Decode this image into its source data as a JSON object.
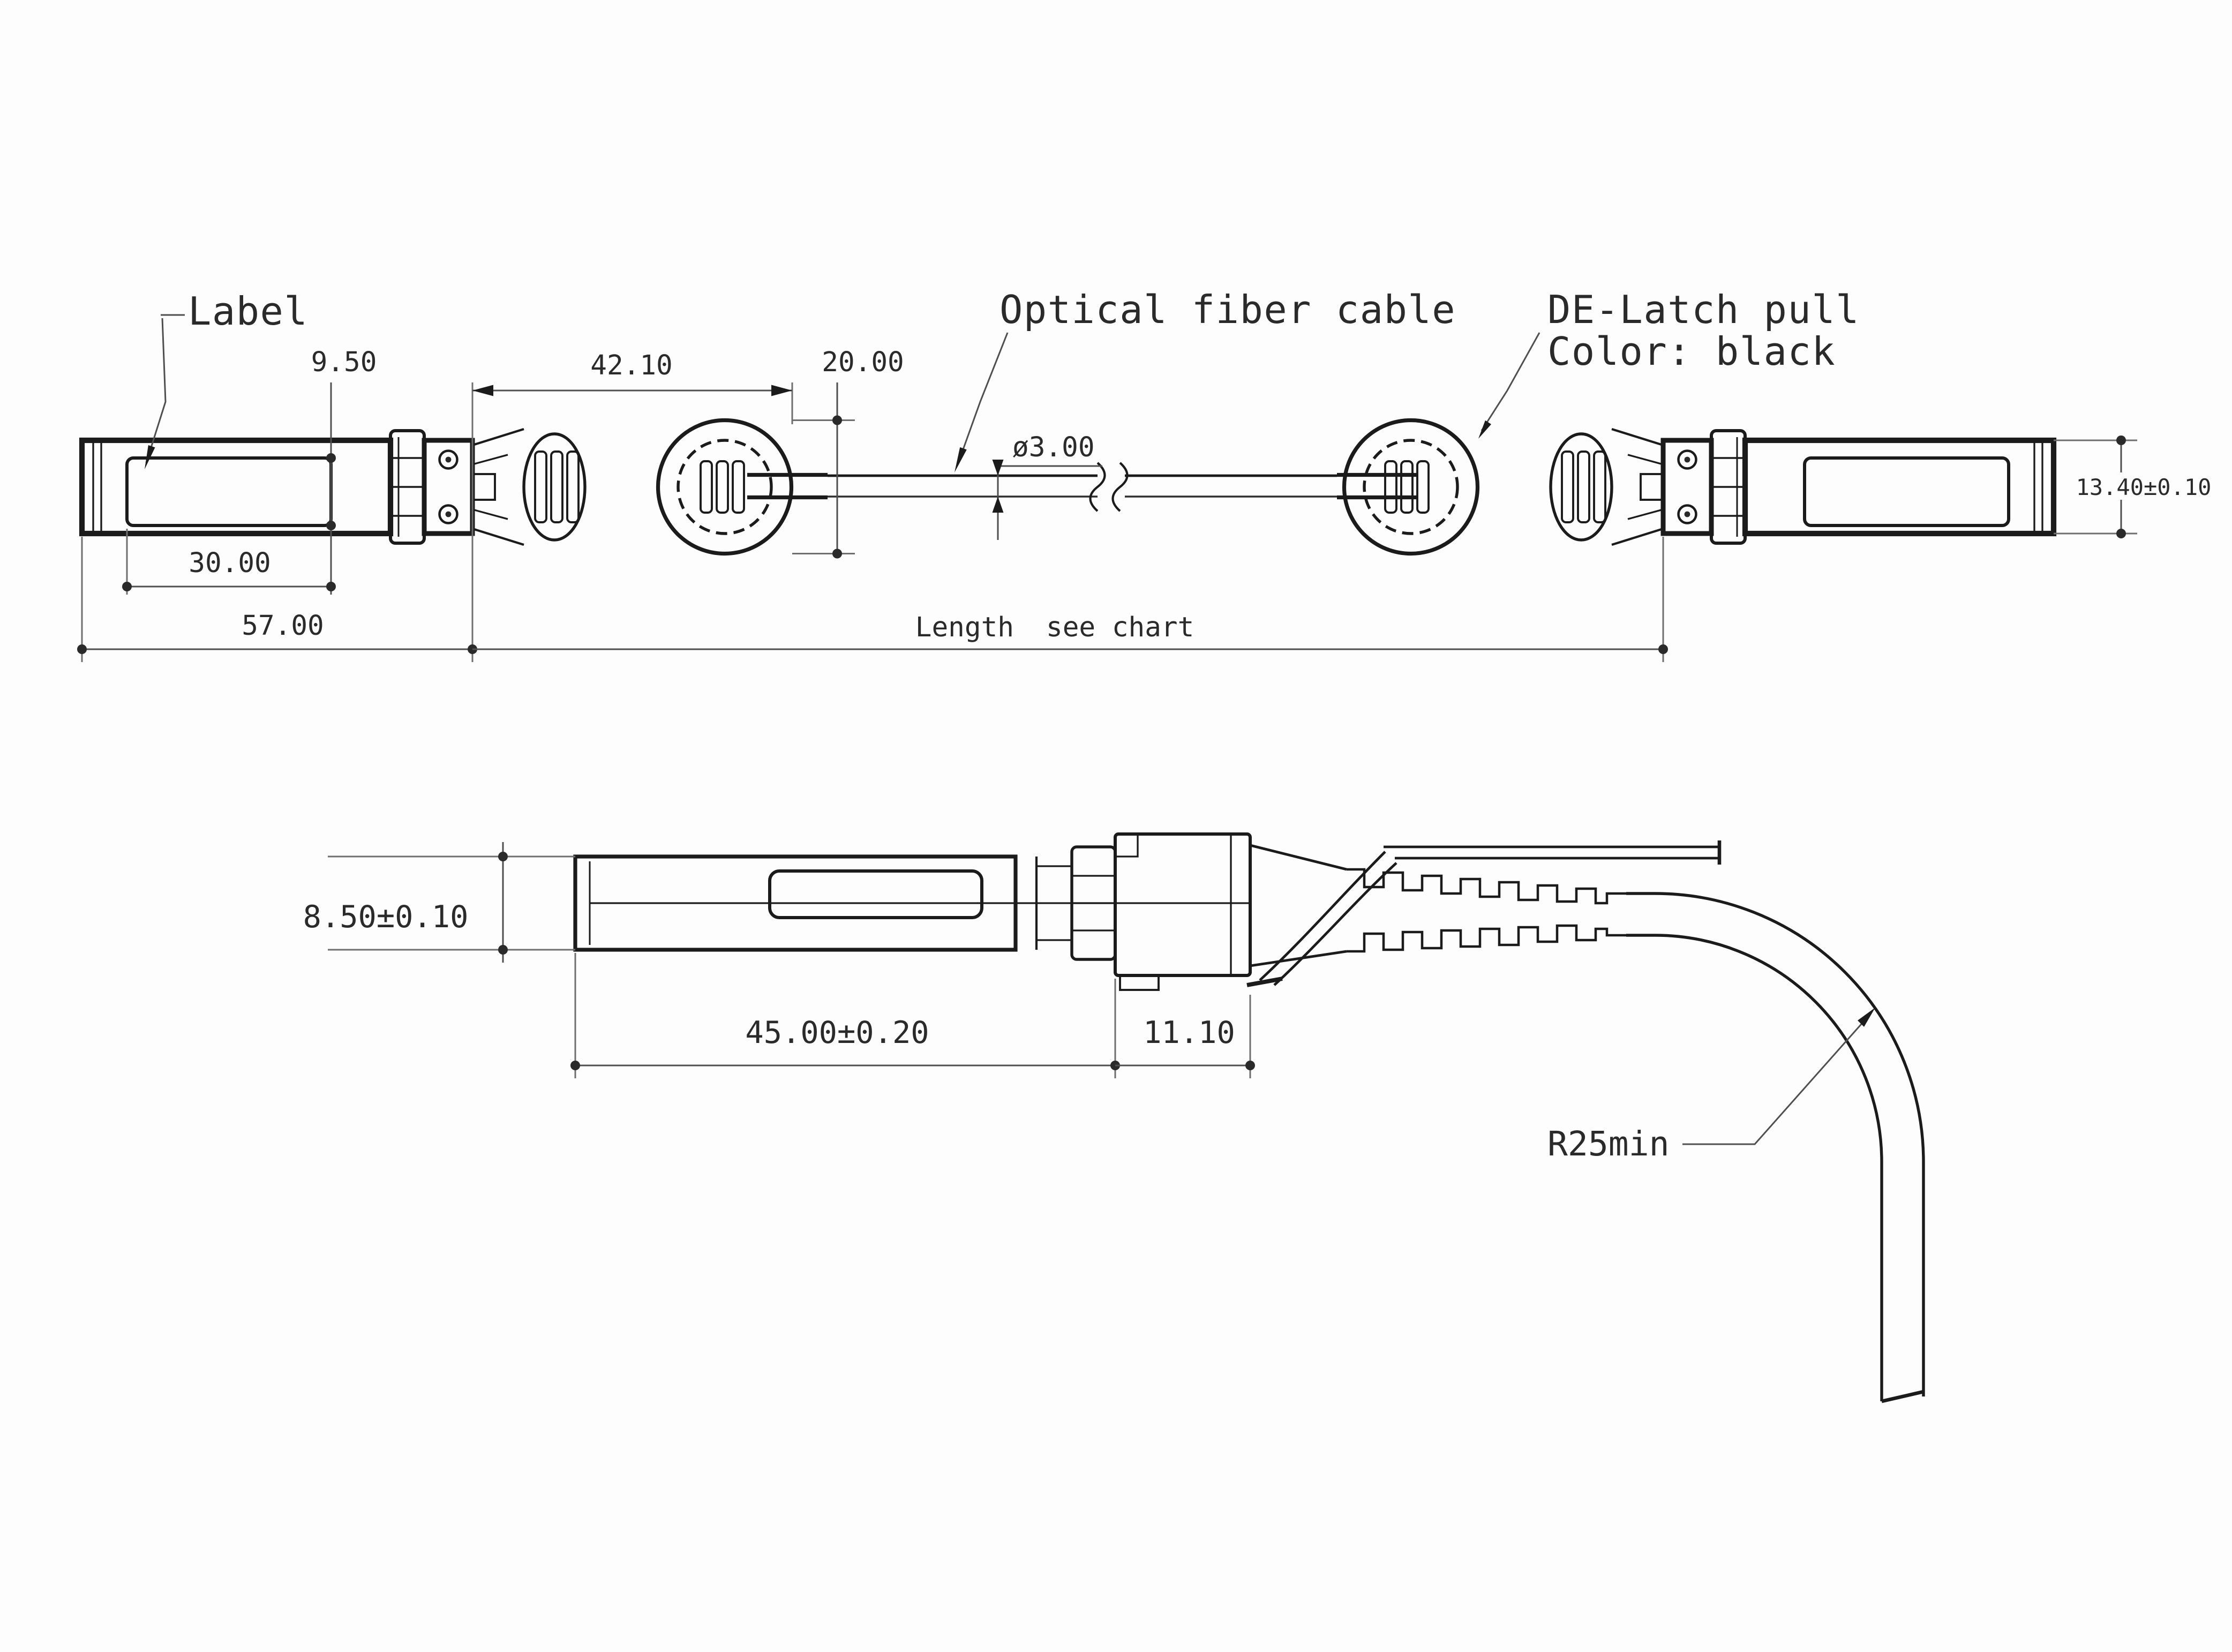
{
  "colors": {
    "ink": "#1b1b1b",
    "dimension_lines": "#4f4f4f",
    "background": "#fdfdfd"
  },
  "top_view": {
    "callouts": {
      "label": "Label",
      "optical_fiber_cable": "Optical fiber cable",
      "de_latch_line1": "DE-Latch pull",
      "de_latch_line2": "Color: black"
    },
    "dimensions": {
      "label_height": "9.50",
      "label_width": "30.00",
      "connector_length": "57.00",
      "latch_length": "42.10",
      "pull_ring_height": "20.00",
      "cable_diameter": "ø3.00",
      "cable_length_label": "Length",
      "cable_length_value": "see chart",
      "connector_height": "13.40±0.10"
    }
  },
  "side_view": {
    "dimensions": {
      "housing_height": "8.50±0.10",
      "housing_length": "45.00±0.20",
      "latch_section_length": "11.10",
      "min_bend_radius": "R25min"
    }
  }
}
